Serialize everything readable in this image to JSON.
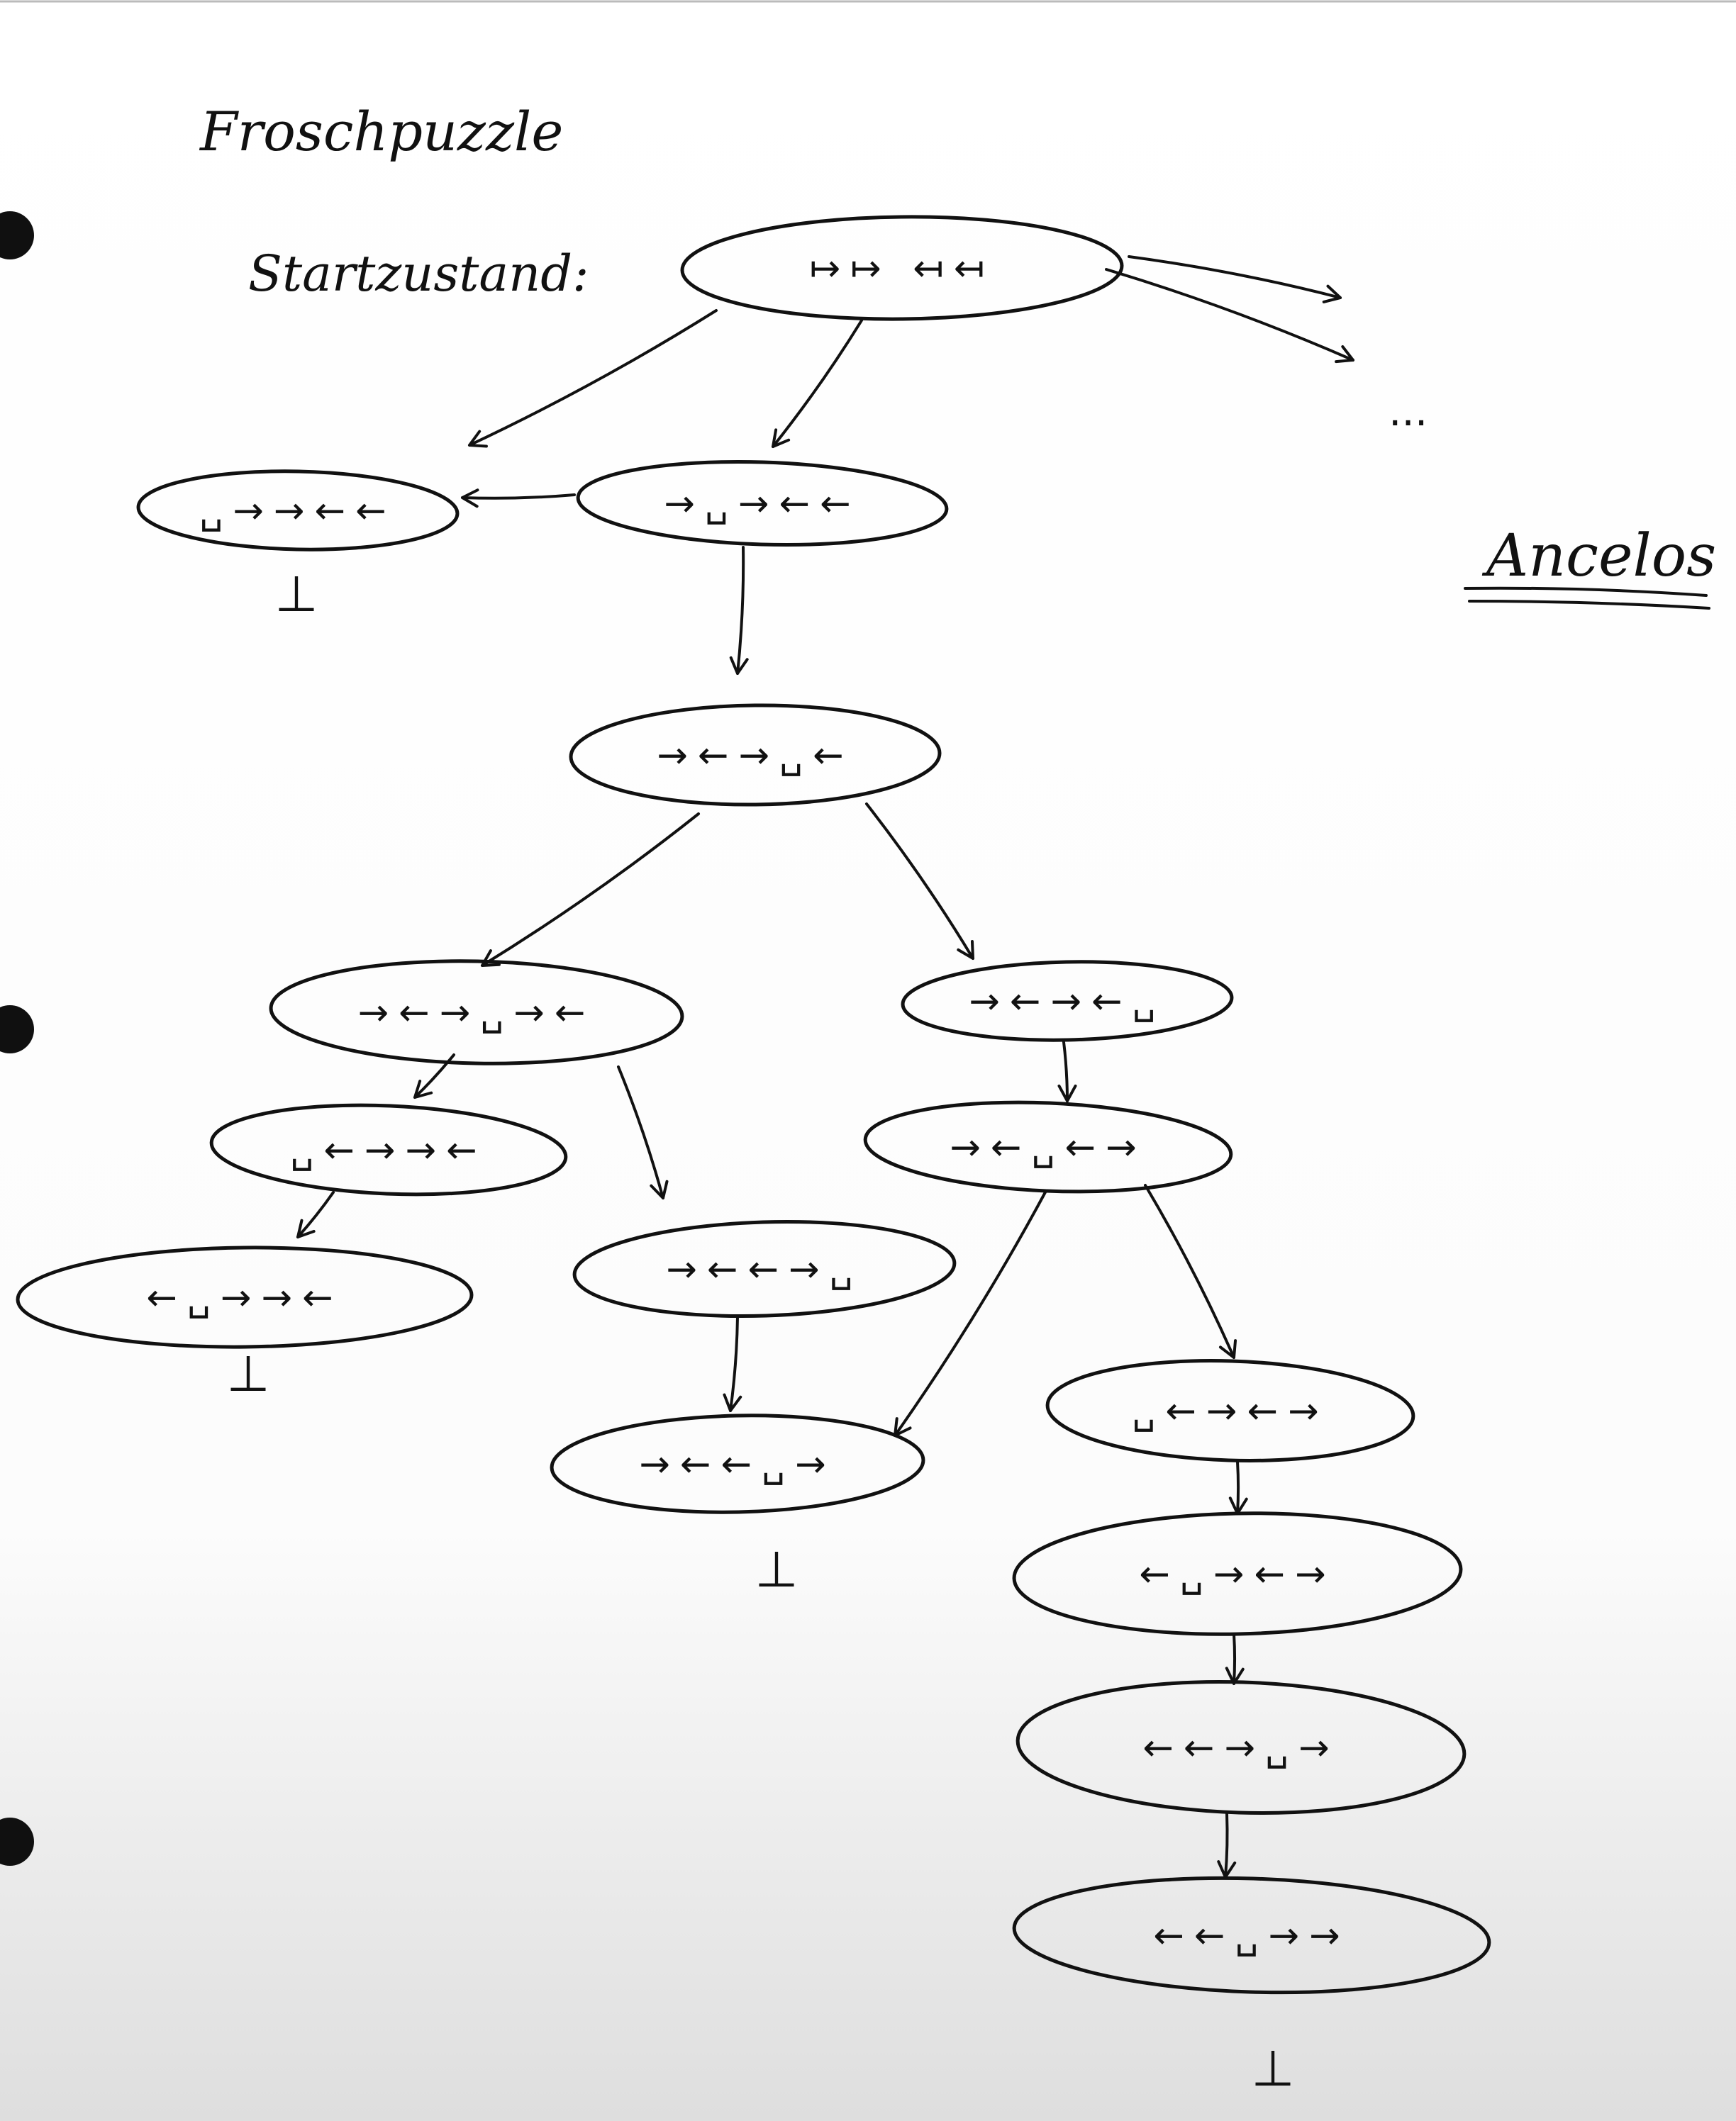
{
  "title": "Froschpuzzle",
  "start_label": "Startzustand:",
  "side_note": "Ancelos",
  "ellipsis": "...",
  "dead_end_symbol": "⊥",
  "start_state": "↦↦ ↤↤",
  "states": [
    {
      "id": "n1",
      "label": "␣→→←←"
    },
    {
      "id": "n2",
      "label": "→␣→←←"
    },
    {
      "id": "n3",
      "label": "→←→␣←"
    },
    {
      "id": "n4",
      "label": "→←→␣→←"
    },
    {
      "id": "n5",
      "label": "→←→←␣"
    },
    {
      "id": "n6",
      "label": "␣←→→←"
    },
    {
      "id": "n7",
      "label": "→←←→␣"
    },
    {
      "id": "n8",
      "label": "→←␣←→"
    },
    {
      "id": "n9",
      "label": "←␣→→←"
    },
    {
      "id": "n10",
      "label": "→←←␣→"
    },
    {
      "id": "n11",
      "label": "␣←→←→"
    },
    {
      "id": "n12",
      "label": "←␣→←→"
    },
    {
      "id": "n13",
      "label": "←←→␣→"
    },
    {
      "id": "n14",
      "label": "←←␣→→"
    }
  ],
  "edges": [
    {
      "from": "start",
      "to": "n1"
    },
    {
      "from": "start",
      "to": "n2"
    },
    {
      "from": "start",
      "to": "more1"
    },
    {
      "from": "start",
      "to": "more2"
    },
    {
      "from": "n2",
      "to": "n1"
    },
    {
      "from": "n2",
      "to": "n3"
    },
    {
      "from": "n3",
      "to": "n4"
    },
    {
      "from": "n3",
      "to": "n5"
    },
    {
      "from": "n4",
      "to": "n6"
    },
    {
      "from": "n4",
      "to": "n7"
    },
    {
      "from": "n5",
      "to": "n8"
    },
    {
      "from": "n6",
      "to": "n9"
    },
    {
      "from": "n7",
      "to": "n10"
    },
    {
      "from": "n8",
      "to": "n10"
    },
    {
      "from": "n8",
      "to": "n11"
    },
    {
      "from": "n11",
      "to": "n12"
    },
    {
      "from": "n12",
      "to": "n13"
    },
    {
      "from": "n13",
      "to": "n14"
    }
  ],
  "dead_ends": [
    "n1",
    "n9",
    "n10",
    "n14"
  ]
}
